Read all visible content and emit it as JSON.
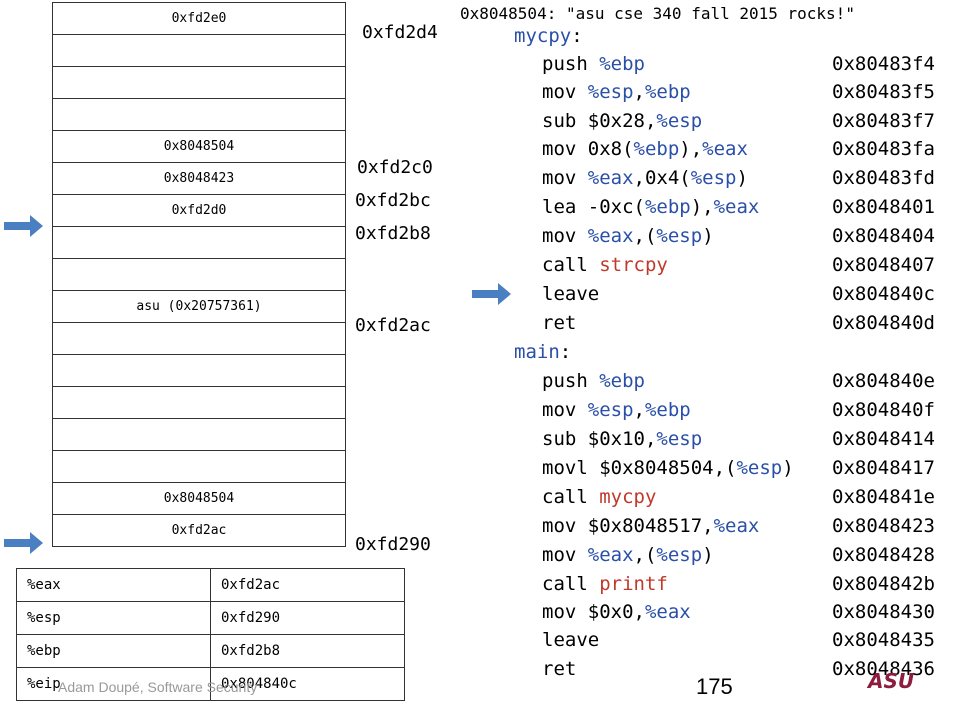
{
  "header": "0x8048504: \"asu cse 340 fall 2015 rocks!\"",
  "stack": {
    "cells": [
      "0xfd2e0",
      "",
      "",
      "",
      "0x8048504",
      "0x8048423",
      "0xfd2d0",
      "",
      "",
      "asu (0x20757361)",
      "",
      "",
      "",
      "",
      "",
      "0x8048504",
      "0xfd2ac"
    ],
    "addresses": [
      "0xfd2d4",
      "0xfd2c0",
      "0xfd2bc",
      "0xfd2b8",
      "0xfd2ac",
      "0xfd290"
    ]
  },
  "registers": [
    {
      "name": "%eax",
      "value": "0xfd2ac"
    },
    {
      "name": "%esp",
      "value": "0xfd290"
    },
    {
      "name": "%ebp",
      "value": "0xfd2b8"
    },
    {
      "name": "%eip",
      "value": "0x804840c"
    }
  ],
  "code": {
    "mycpy_label": "mycpy",
    "main_label": "main",
    "colon": ":",
    "mycpy": [
      {
        "op": "push ",
        "a": "%ebp",
        "b": "",
        "c": "",
        "addr": "0x80483f4"
      },
      {
        "op": "mov ",
        "a": "%esp",
        "b": ",",
        "c": "%ebp",
        "addr": "0x80483f5"
      },
      {
        "op": "sub $0x28,",
        "a": "%esp",
        "b": "",
        "c": "",
        "addr": "0x80483f7"
      },
      {
        "op": "mov 0x8(",
        "a": "%ebp",
        "b": "),",
        "c": "%eax",
        "addr": "0x80483fa"
      },
      {
        "op": "mov ",
        "a": "%eax",
        "b": ",0x4(",
        "c": "%esp",
        "d": ")",
        "addr": "0x80483fd"
      },
      {
        "op": "lea -0xc(",
        "a": "%ebp",
        "b": "),",
        "c": "%eax",
        "addr": "0x8048401"
      },
      {
        "op": "mov ",
        "a": "%eax",
        "b": ",(",
        "c": "%esp",
        "d": ")",
        "addr": "0x8048404"
      },
      {
        "op": "call ",
        "fn": "strcpy",
        "addr": "0x8048407"
      },
      {
        "op": "leave",
        "addr": "0x804840c"
      },
      {
        "op": "ret",
        "addr": "0x804840d"
      }
    ],
    "main": [
      {
        "op": "push ",
        "a": "%ebp",
        "addr": "0x804840e"
      },
      {
        "op": "mov ",
        "a": "%esp",
        "b": ",",
        "c": "%ebp",
        "addr": "0x804840f"
      },
      {
        "op": "sub $0x10,",
        "a": "%esp",
        "addr": "0x8048414"
      },
      {
        "op": "movl $0x8048504,(",
        "a": "%esp",
        "b": ")",
        "addr": "0x8048417"
      },
      {
        "op": "call ",
        "fn": "mycpy",
        "addr": "0x804841e"
      },
      {
        "op": "mov $0x8048517,",
        "a": "%eax",
        "addr": "0x8048423"
      },
      {
        "op": "mov ",
        "a": "%eax",
        "b": ",(",
        "c": "%esp",
        "d": ")",
        "addr": "0x8048428"
      },
      {
        "op": "call ",
        "fn": "printf",
        "addr": "0x804842b"
      },
      {
        "op": "mov $0x0,",
        "a": "%eax",
        "addr": "0x8048430"
      },
      {
        "op": "leave",
        "addr": "0x8048435"
      },
      {
        "op": "ret",
        "addr": "0x8048436"
      }
    ]
  },
  "footer": "Adam Doupé, Software Security",
  "page_number": "175",
  "logo_text": "ASU",
  "colors": {
    "register": "#2a4fa8",
    "function": "#c0392b",
    "arrow": "#4a7fc1",
    "logo": "#8c1d40"
  }
}
